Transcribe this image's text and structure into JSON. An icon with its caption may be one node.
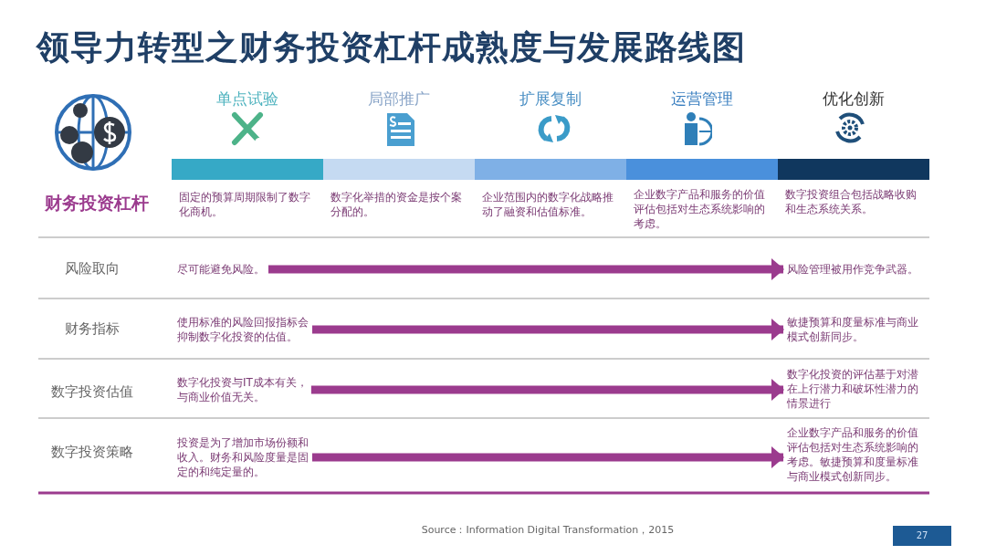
{
  "diagram": {
    "title": "领导力转型之财务投资杠杆成熟度与发展路线图",
    "nodes": [
      {
        "text": [],
        "shape": "bar"
      },
      {
        "text": [],
        "shape": "bar"
      },
      {
        "text": [],
        "shape": "bar"
      },
      {
        "text": [],
        "shape": "bar"
      },
      {
        "text": [],
        "shape": "bar"
      },
      {
        "text": [
          "尽可能避免风险。"
        ]
      },
      {
        "text": [
          "使用标准的风险回报指标会抑制数字化投资的估值。"
        ]
      },
      {
        "text": [
          "数字化投资与IT成本有关，与商业价值无关。"
        ]
      },
      {
        "text": [
          "投资是为了增加市场份额和收入。财务和风险度量是固定的和纯定量的。"
        ]
      },
      {
        "text": [
          "风险管理被用作竞争武器。"
        ]
      },
      {
        "text": [
          "敏捷预算和度量标准与商业模式创新同步。"
        ]
      },
      {
        "text": [
          "数字化投资的评估基于对潜在上行潜力和破坏性潜力的情景进行"
        ]
      },
      {
        "text": [
          "企业数字产品和服务的价值评估包括对生态系统影响的考虑。敏捷预算和度量标准与商业模式创新同步。"
        ]
      }
    ],
    "edges": [
      {
        "from": 5,
        "to": 9,
        "arrow": "to"
      },
      {
        "from": 6,
        "to": 10,
        "arrow": "to"
      },
      {
        "from": 7,
        "to": 11,
        "arrow": "to"
      },
      {
        "from": 8,
        "to": 12,
        "arrow": "to"
      }
    ],
    "labels": [
      "单点试验",
      "局部推广",
      "扩展复制",
      "运营管理",
      "优化创新",
      "财务投资杠杆",
      "固定的预算周期限制了数字化商机。",
      "数字化举措的资金是按个案分配的。",
      "企业范围内的数字化战略推动了融资和估值标准。",
      "企业数字产品和服务的价值评估包括对生态系统影响的考虑。",
      "数字投资组合包括战略收购和生态系统关系。",
      "风险取向",
      "财务指标",
      "数字投资估值",
      "数字投资策略",
      "Source：Information Digital Transformation，2015",
      "27"
    ]
  }
}
